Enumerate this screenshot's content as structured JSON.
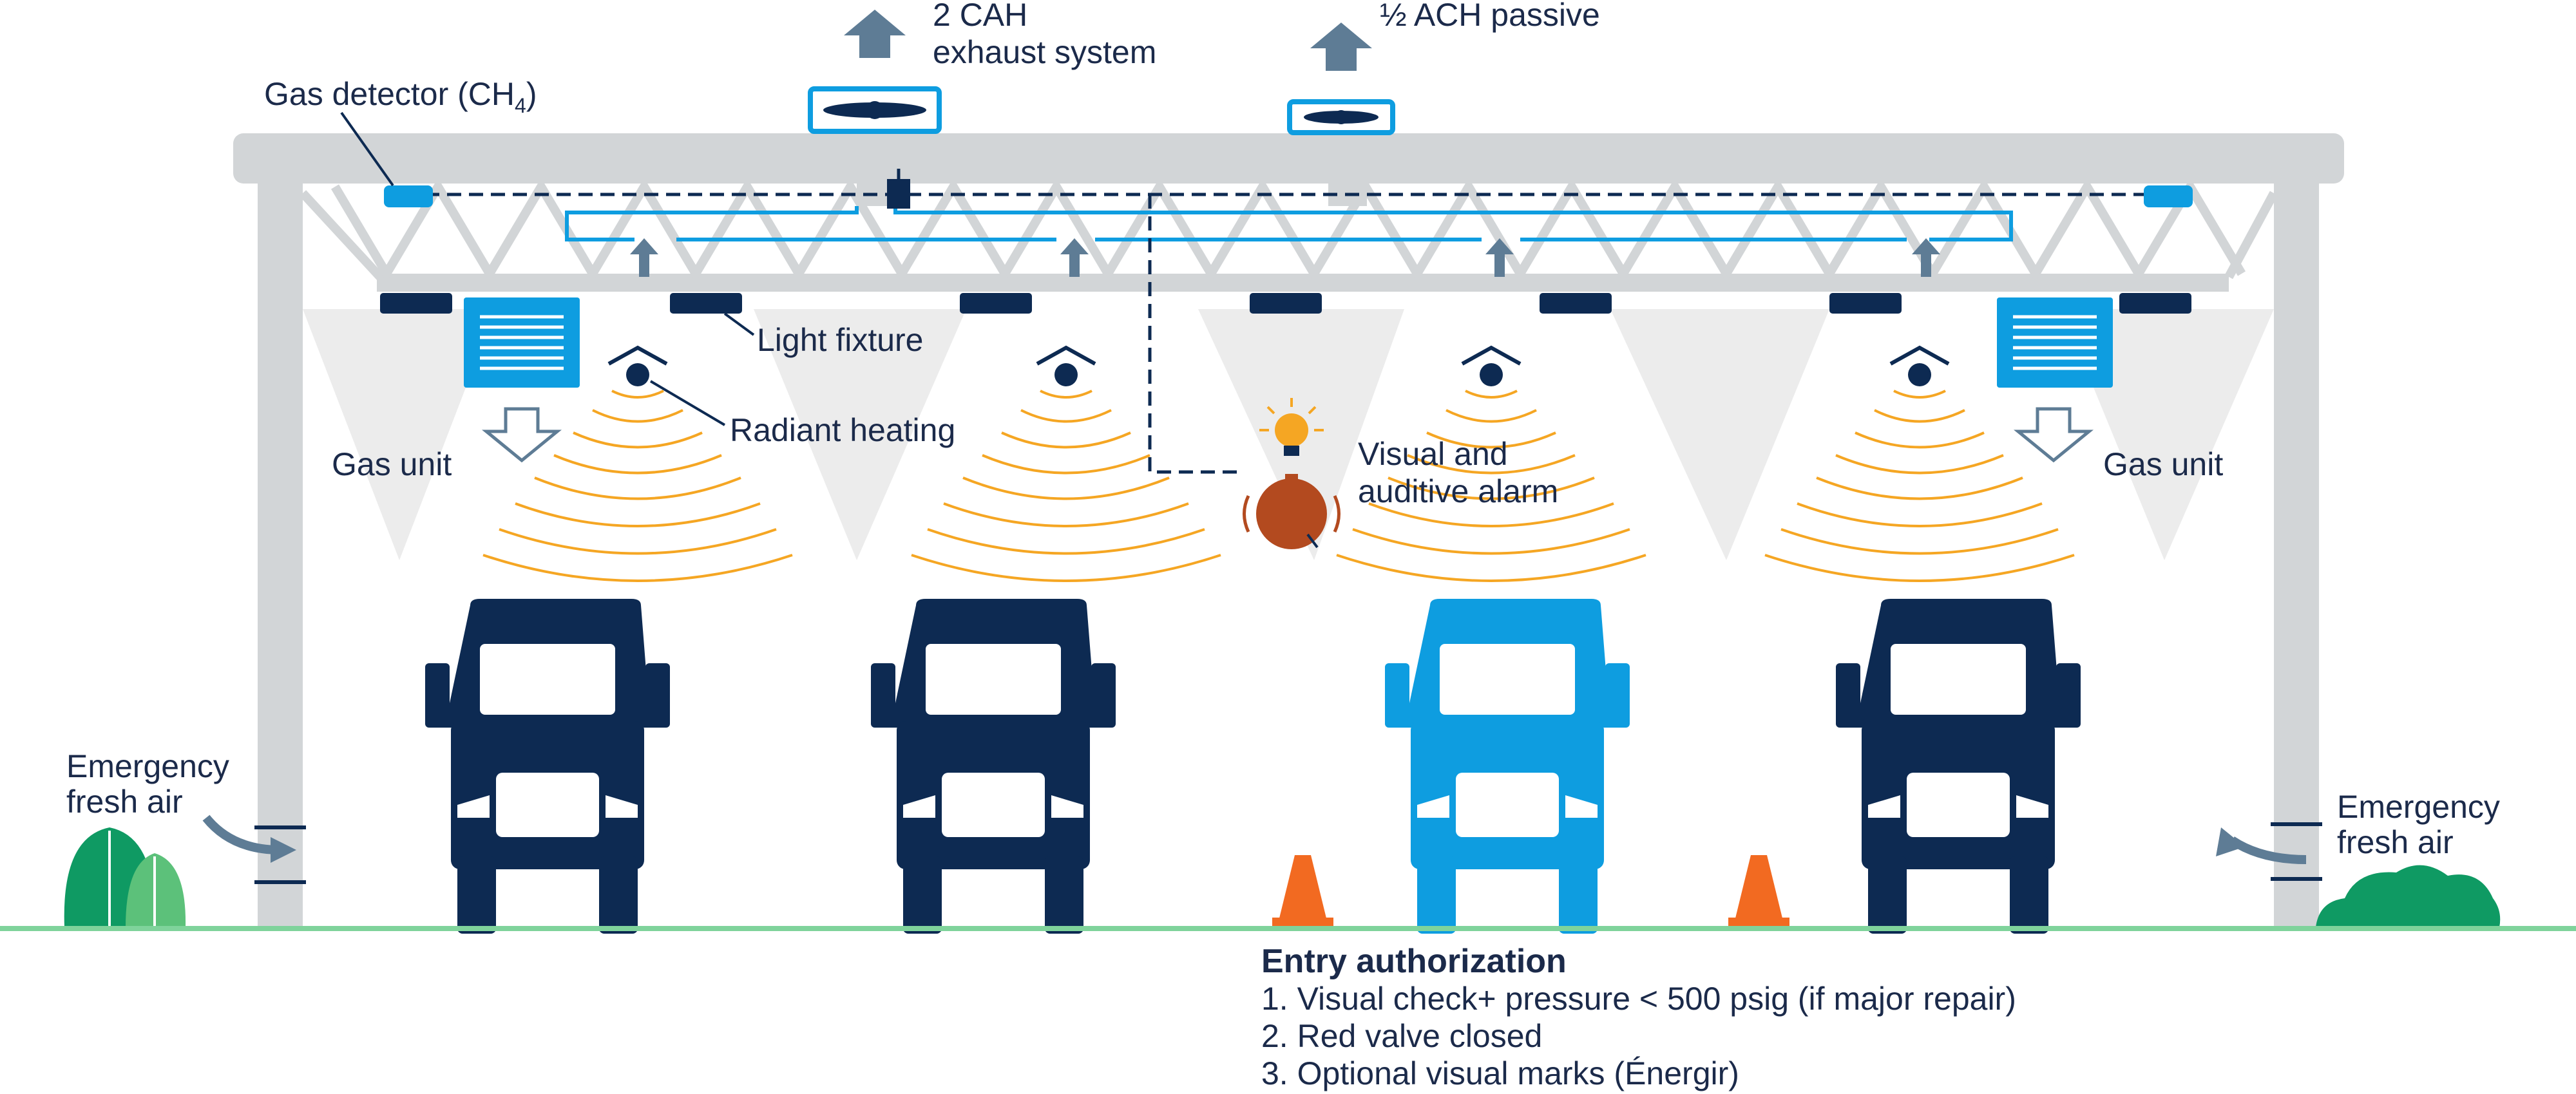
{
  "colors": {
    "navy": "#0d2a52",
    "blue": "#0e9de0",
    "light_gray": "#d2d5d7",
    "pale_gray": "#ececec",
    "orange": "#f5a623",
    "cone": "#f26a21",
    "bell": "#b34a1f",
    "green_dark": "#0f9a63",
    "green_light": "#5cc17a",
    "arrow_gray": "#5e7c95",
    "ground": "#7fd39b"
  },
  "labels": {
    "exhaust_line1": "2 CAH",
    "exhaust_line2": "exhaust system",
    "passive": "½ ACH passive",
    "gas_detector": "Gas detector (CH",
    "gas_detector_sub": "4",
    "gas_detector_close": ")",
    "light_fixture": "Light fixture",
    "radiant_heating": "Radiant heating",
    "gas_unit_left": "Gas unit",
    "gas_unit_right": "Gas unit",
    "alarm_line1": "Visual and",
    "alarm_line2": "auditive alarm",
    "fresh_air_left_line1": "Emergency",
    "fresh_air_left_line2": "fresh air",
    "fresh_air_right_line1": "Emergency",
    "fresh_air_right_line2": "fresh air"
  },
  "entry_authorization": {
    "title": "Entry authorization",
    "items": [
      "1. Visual check+ pressure < 500 psig (if major repair)",
      "2. Red valve closed",
      "3. Optional visual marks (Énergir)"
    ]
  },
  "icons": [
    "exhaust-fan-icon",
    "passive-vent-icon",
    "gas-detector-icon",
    "light-fixture-icon",
    "radiant-heater-icon",
    "gas-unit-icon",
    "lightbulb-icon",
    "alarm-bell-icon",
    "truck-icon",
    "traffic-cone-icon",
    "bush-icon"
  ]
}
